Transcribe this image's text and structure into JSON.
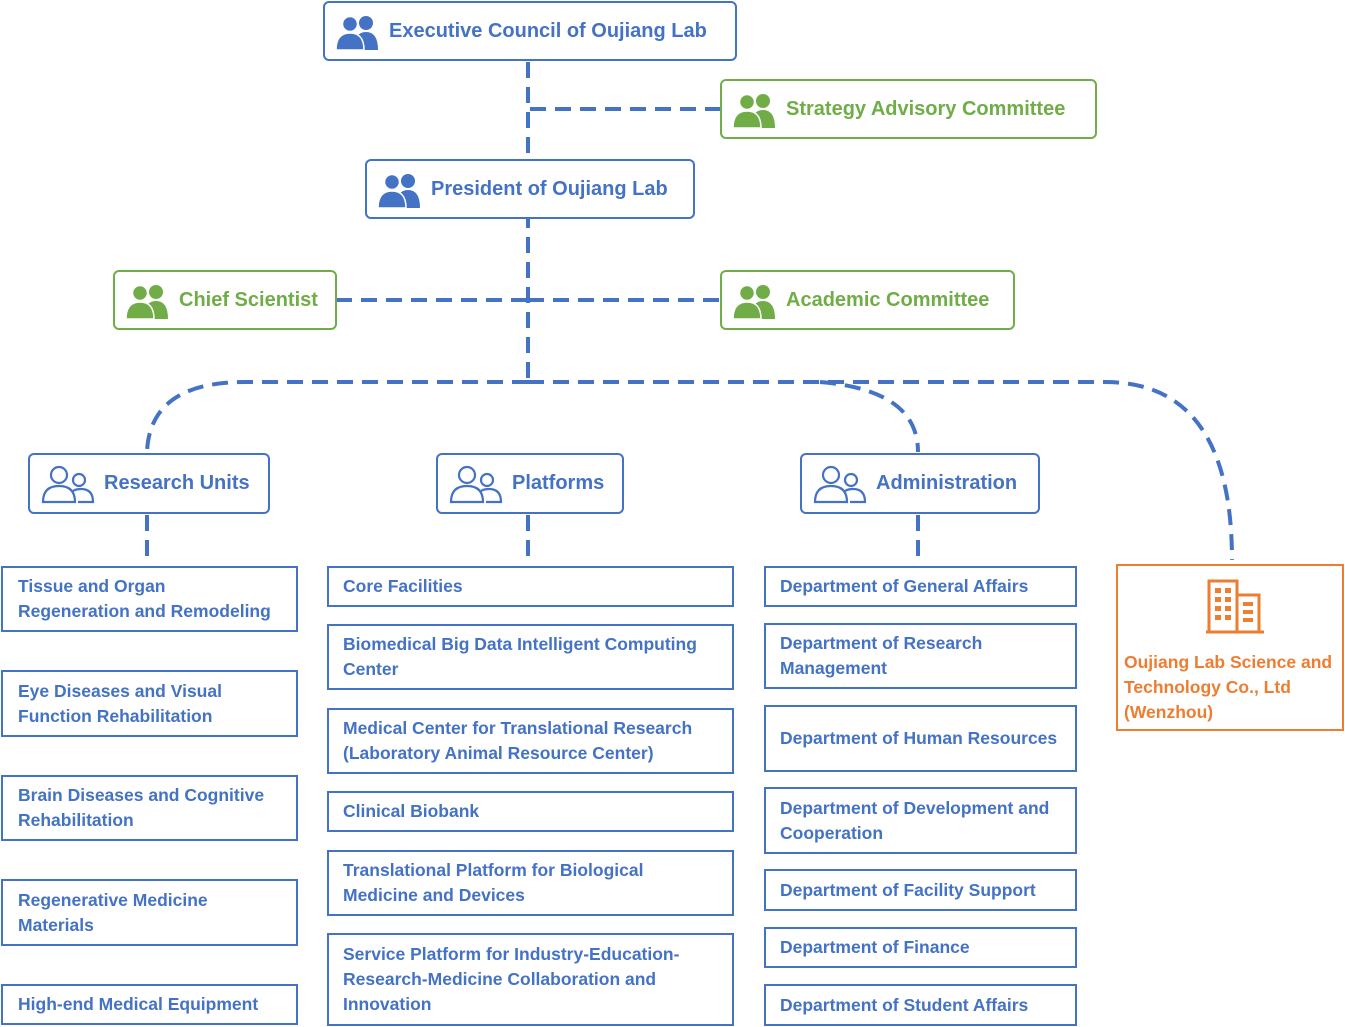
{
  "colors": {
    "blue": "#4472c4",
    "green": "#70ad47",
    "orange": "#ed7d31"
  },
  "icons": {
    "leader": "people-group-icon",
    "unit": "people-outline-icon",
    "company": "building-icon"
  },
  "nodes": {
    "executive_council": "Executive Council of Oujiang Lab",
    "strategy_committee": "Strategy Advisory Committee",
    "president": "President of Oujiang Lab",
    "chief_scientist": "Chief Scientist",
    "academic_committee": "Academic Committee",
    "research_units": "Research Units",
    "platforms": "Platforms",
    "administration": "Administration"
  },
  "research_units": [
    "Tissue and Organ Regeneration and Remodeling",
    "Eye Diseases and Visual Function Rehabilitation",
    "Brain Diseases and Cognitive Rehabilitation",
    "Regenerative Medicine Materials",
    "High-end Medical Equipment"
  ],
  "platforms": [
    "Core Facilities",
    "Biomedical Big Data Intelligent Computing Center",
    "Medical Center for Translational Research (Laboratory Animal Resource Center)",
    "Clinical Biobank",
    "Translational Platform for Biological Medicine and Devices",
    "Service Platform for Industry-Education-Research-Medicine Collaboration and Innovation"
  ],
  "administration": [
    "Department of General Affairs",
    "Department of Research Management",
    "Department of Human Resources",
    "Department of Development and Cooperation",
    "Department of Facility Support",
    "Department of Finance",
    "Department of Student Affairs"
  ],
  "company": "Oujiang Lab Science and Technology Co., Ltd (Wenzhou)"
}
